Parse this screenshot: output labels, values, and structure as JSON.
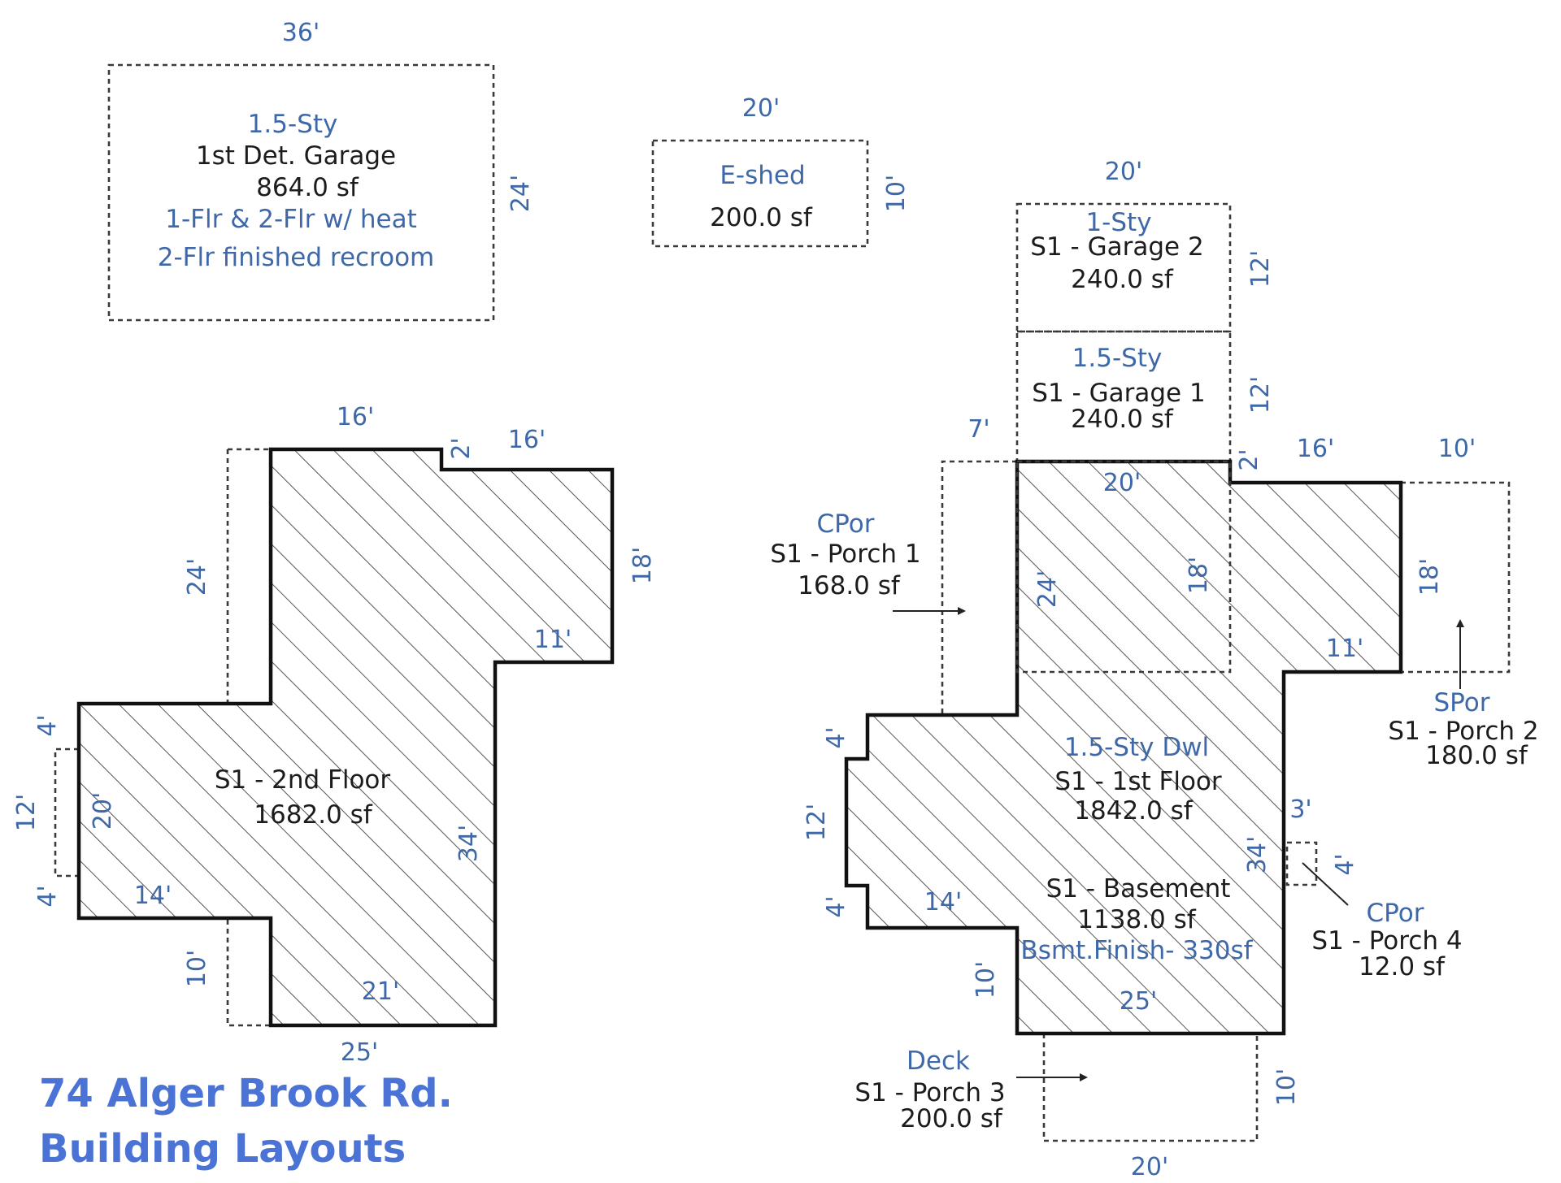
{
  "caption": {
    "line1": "74 Alger Brook Rd.",
    "line2": "Building Layouts"
  },
  "colors": {
    "label_blue": "#3f68a8",
    "label_black": "#1c1c1c",
    "caption_blue": "#4b73d6",
    "wall": "#111111",
    "hatch": "#555555"
  },
  "det_garage": {
    "label_lines": [
      "1.5-Sty",
      "1st Det. Garage",
      "864.0 sf",
      "1-Flr & 2-Flr w/ heat",
      "2-Flr finished recroom"
    ],
    "dims": [
      "36'",
      "24'"
    ]
  },
  "eshed": {
    "label_lines": [
      "E-shed",
      "200.0 sf"
    ],
    "dims": [
      "20'",
      "10'"
    ]
  },
  "second_floor": {
    "label_lines": [
      "S1 - 2nd Floor",
      "1682.0 sf"
    ],
    "dims": [
      "16'",
      "2'",
      "16'",
      "24'",
      "18'",
      "11'",
      "4'",
      "12'",
      "20'",
      "4'",
      "14'",
      "34'",
      "10'",
      "21'",
      "25'"
    ]
  },
  "garage2": {
    "label_lines": [
      "1-Sty",
      "S1 - Garage 2",
      "240.0 sf"
    ],
    "dims": [
      "20'",
      "12'"
    ]
  },
  "garage1": {
    "label_lines": [
      "1.5-Sty",
      "S1 - Garage 1",
      "240.0 sf"
    ],
    "dims": [
      "12'"
    ]
  },
  "first_floor": {
    "label_lines": [
      "1.5-Sty Dwl",
      "S1 - 1st Floor",
      "1842.0 sf"
    ],
    "basement_lines": [
      "S1 - Basement",
      "1138.0 sf",
      "Bsmt.Finish- 330sf"
    ],
    "dims": [
      "7'",
      "2'",
      "16'",
      "10'",
      "20'",
      "24'",
      "18'",
      "18'",
      "11'",
      "4'",
      "12'",
      "4'",
      "14'",
      "3'",
      "34'",
      "4'",
      "10'",
      "25'",
      "10'",
      "20'"
    ]
  },
  "porch1": {
    "label_lines": [
      "CPor",
      "S1 - Porch 1",
      "168.0 sf"
    ]
  },
  "porch2": {
    "label_lines": [
      "SPor",
      "S1 - Porch 2",
      "180.0 sf"
    ]
  },
  "porch3": {
    "label_lines": [
      "Deck",
      "S1 - Porch 3",
      "200.0 sf"
    ]
  },
  "porch4": {
    "label_lines": [
      "CPor",
      "S1 - Porch 4",
      "12.0 sf"
    ]
  }
}
